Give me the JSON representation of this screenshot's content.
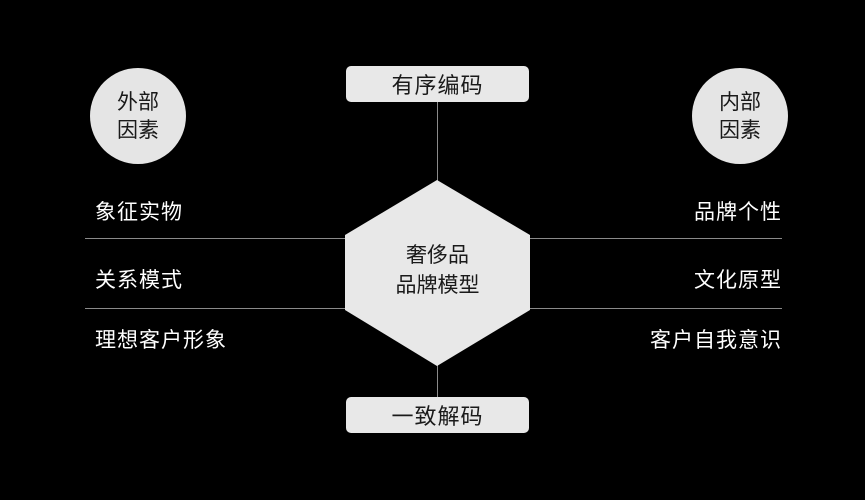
{
  "top_label": "有序编码",
  "bottom_label": "一致解码",
  "center": {
    "line1": "奢侈品",
    "line2": "品牌模型"
  },
  "left_group": {
    "title_line1": "外部",
    "title_line2": "因素",
    "items": [
      "象征实物",
      "关系模式",
      "理想客户形象"
    ]
  },
  "right_group": {
    "title_line1": "内部",
    "title_line2": "因素",
    "items": [
      "品牌个性",
      "文化原型",
      "客户自我意识"
    ]
  },
  "colors": {
    "background": "#000000",
    "shape_fill": "#e8e8e8",
    "line": "#8a8a8a",
    "text_light": "#ffffff",
    "text_dark": "#1a1a1a"
  }
}
